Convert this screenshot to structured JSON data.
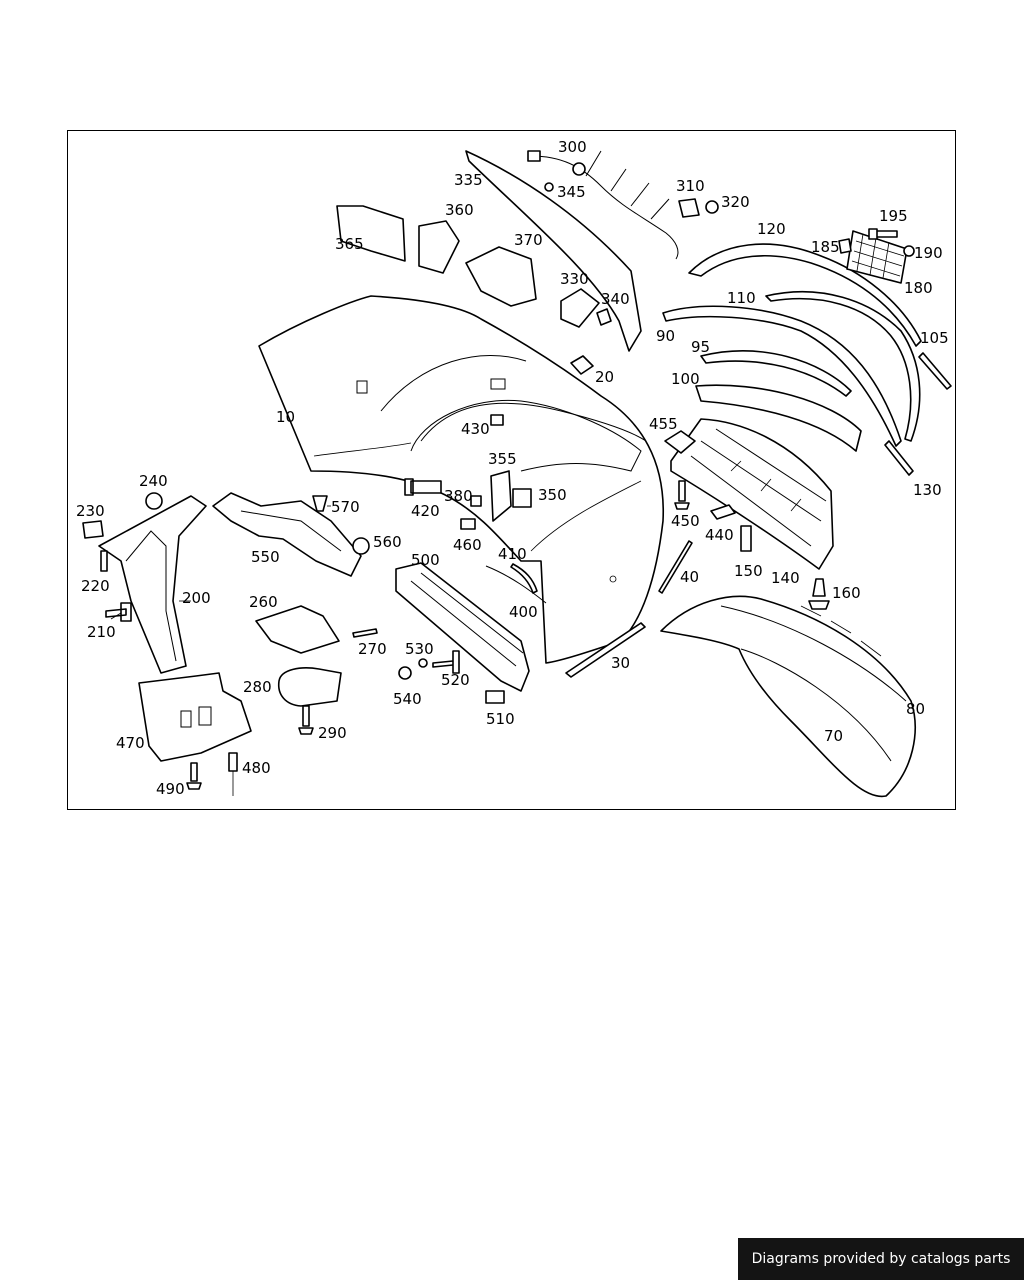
{
  "diagram": {
    "callouts": {
      "c10": "10",
      "c20": "20",
      "c30": "30",
      "c40": "40",
      "c70": "70",
      "c80": "80",
      "c90": "90",
      "c95": "95",
      "c100": "100",
      "c105": "105",
      "c110": "110",
      "c120": "120",
      "c130": "130",
      "c140": "140",
      "c150": "150",
      "c160": "160",
      "c180": "180",
      "c185": "185",
      "c190": "190",
      "c195": "195",
      "c200": "200",
      "c210": "210",
      "c220": "220",
      "c230": "230",
      "c240": "240",
      "c260": "260",
      "c270": "270",
      "c280": "280",
      "c290": "290",
      "c300": "300",
      "c310": "310",
      "c320": "320",
      "c330": "330",
      "c335": "335",
      "c340": "340",
      "c345": "345",
      "c350": "350",
      "c355": "355",
      "c360": "360",
      "c365": "365",
      "c370": "370",
      "c380": "380",
      "c400": "400",
      "c410": "410",
      "c420": "420",
      "c430": "430",
      "c440": "440",
      "c450": "450",
      "c455": "455",
      "c460": "460",
      "c470": "470",
      "c480": "480",
      "c490": "490",
      "c500": "500",
      "c510": "510",
      "c520": "520",
      "c530": "530",
      "c540": "540",
      "c550": "550",
      "c560": "560",
      "c570": "570"
    }
  },
  "footer": {
    "credit": "Diagrams provided by catalogs parts"
  }
}
